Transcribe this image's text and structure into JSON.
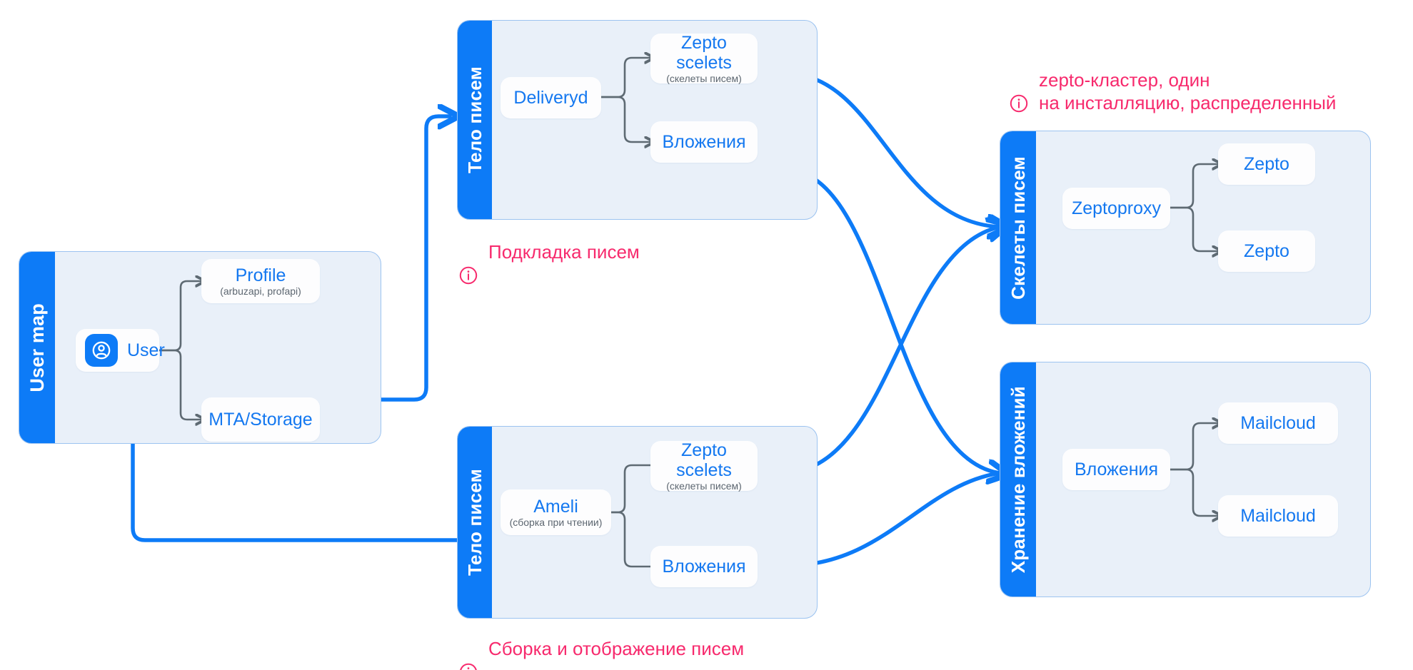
{
  "diagram": {
    "title": "Mail architecture flow",
    "colors": {
      "accent_blue": "#0d7bf7",
      "panel_fill": "#e9f0f9",
      "panel_border": "#9cc3f0",
      "node_text": "#1478f0",
      "sub_text": "#5c6670",
      "note_pink": "#f72a6d",
      "connector_gray": "#5e6a73"
    }
  },
  "panels": {
    "user_map": {
      "tab_label": "User map",
      "nodes": {
        "user": {
          "label": "User",
          "icon": "user-avatar-icon"
        },
        "profile": {
          "label": "Profile",
          "sub": "(arbuzapi, profapi)"
        },
        "mta_storage": {
          "label": "MTA/Storage"
        }
      }
    },
    "body_top": {
      "tab_label": "Тело писем",
      "nodes": {
        "deliveryd": {
          "label": "Deliveryd"
        },
        "zepto_scelets": {
          "label_line1": "Zepto",
          "label_line2": "scelets",
          "sub": "(скелеты писем)"
        },
        "attachments": {
          "label": "Вложения"
        }
      }
    },
    "body_bottom": {
      "tab_label": "Тело писем",
      "nodes": {
        "ameli": {
          "label": "Ameli",
          "sub": "(сборка при чтении)"
        },
        "zepto_scelets": {
          "label_line1": "Zepto",
          "label_line2": "scelets",
          "sub": "(скелеты писем)"
        },
        "attachments": {
          "label": "Вложения"
        }
      }
    },
    "skeletons": {
      "tab_label": "Скелеты писем",
      "nodes": {
        "zeptoproxy": {
          "label": "Zeptoproxy"
        },
        "zepto_a": {
          "label": "Zepto"
        },
        "zepto_b": {
          "label": "Zepto"
        }
      }
    },
    "attachment_storage": {
      "tab_label": "Хранение вложений",
      "nodes": {
        "attachments": {
          "label": "Вложения"
        },
        "mailcloud_a": {
          "label": "Mailcloud"
        },
        "mailcloud_b": {
          "label": "Mailcloud"
        }
      }
    }
  },
  "notes": {
    "zepto_cluster": {
      "icon": "info-icon",
      "text": "zepto-кластер, один\nна инсталляцию, распределенный"
    },
    "podkladka": {
      "icon": "info-icon",
      "text": "Подкладка писем"
    },
    "sborka": {
      "icon": "info-icon",
      "text": "Сборка и отображение писем"
    }
  }
}
